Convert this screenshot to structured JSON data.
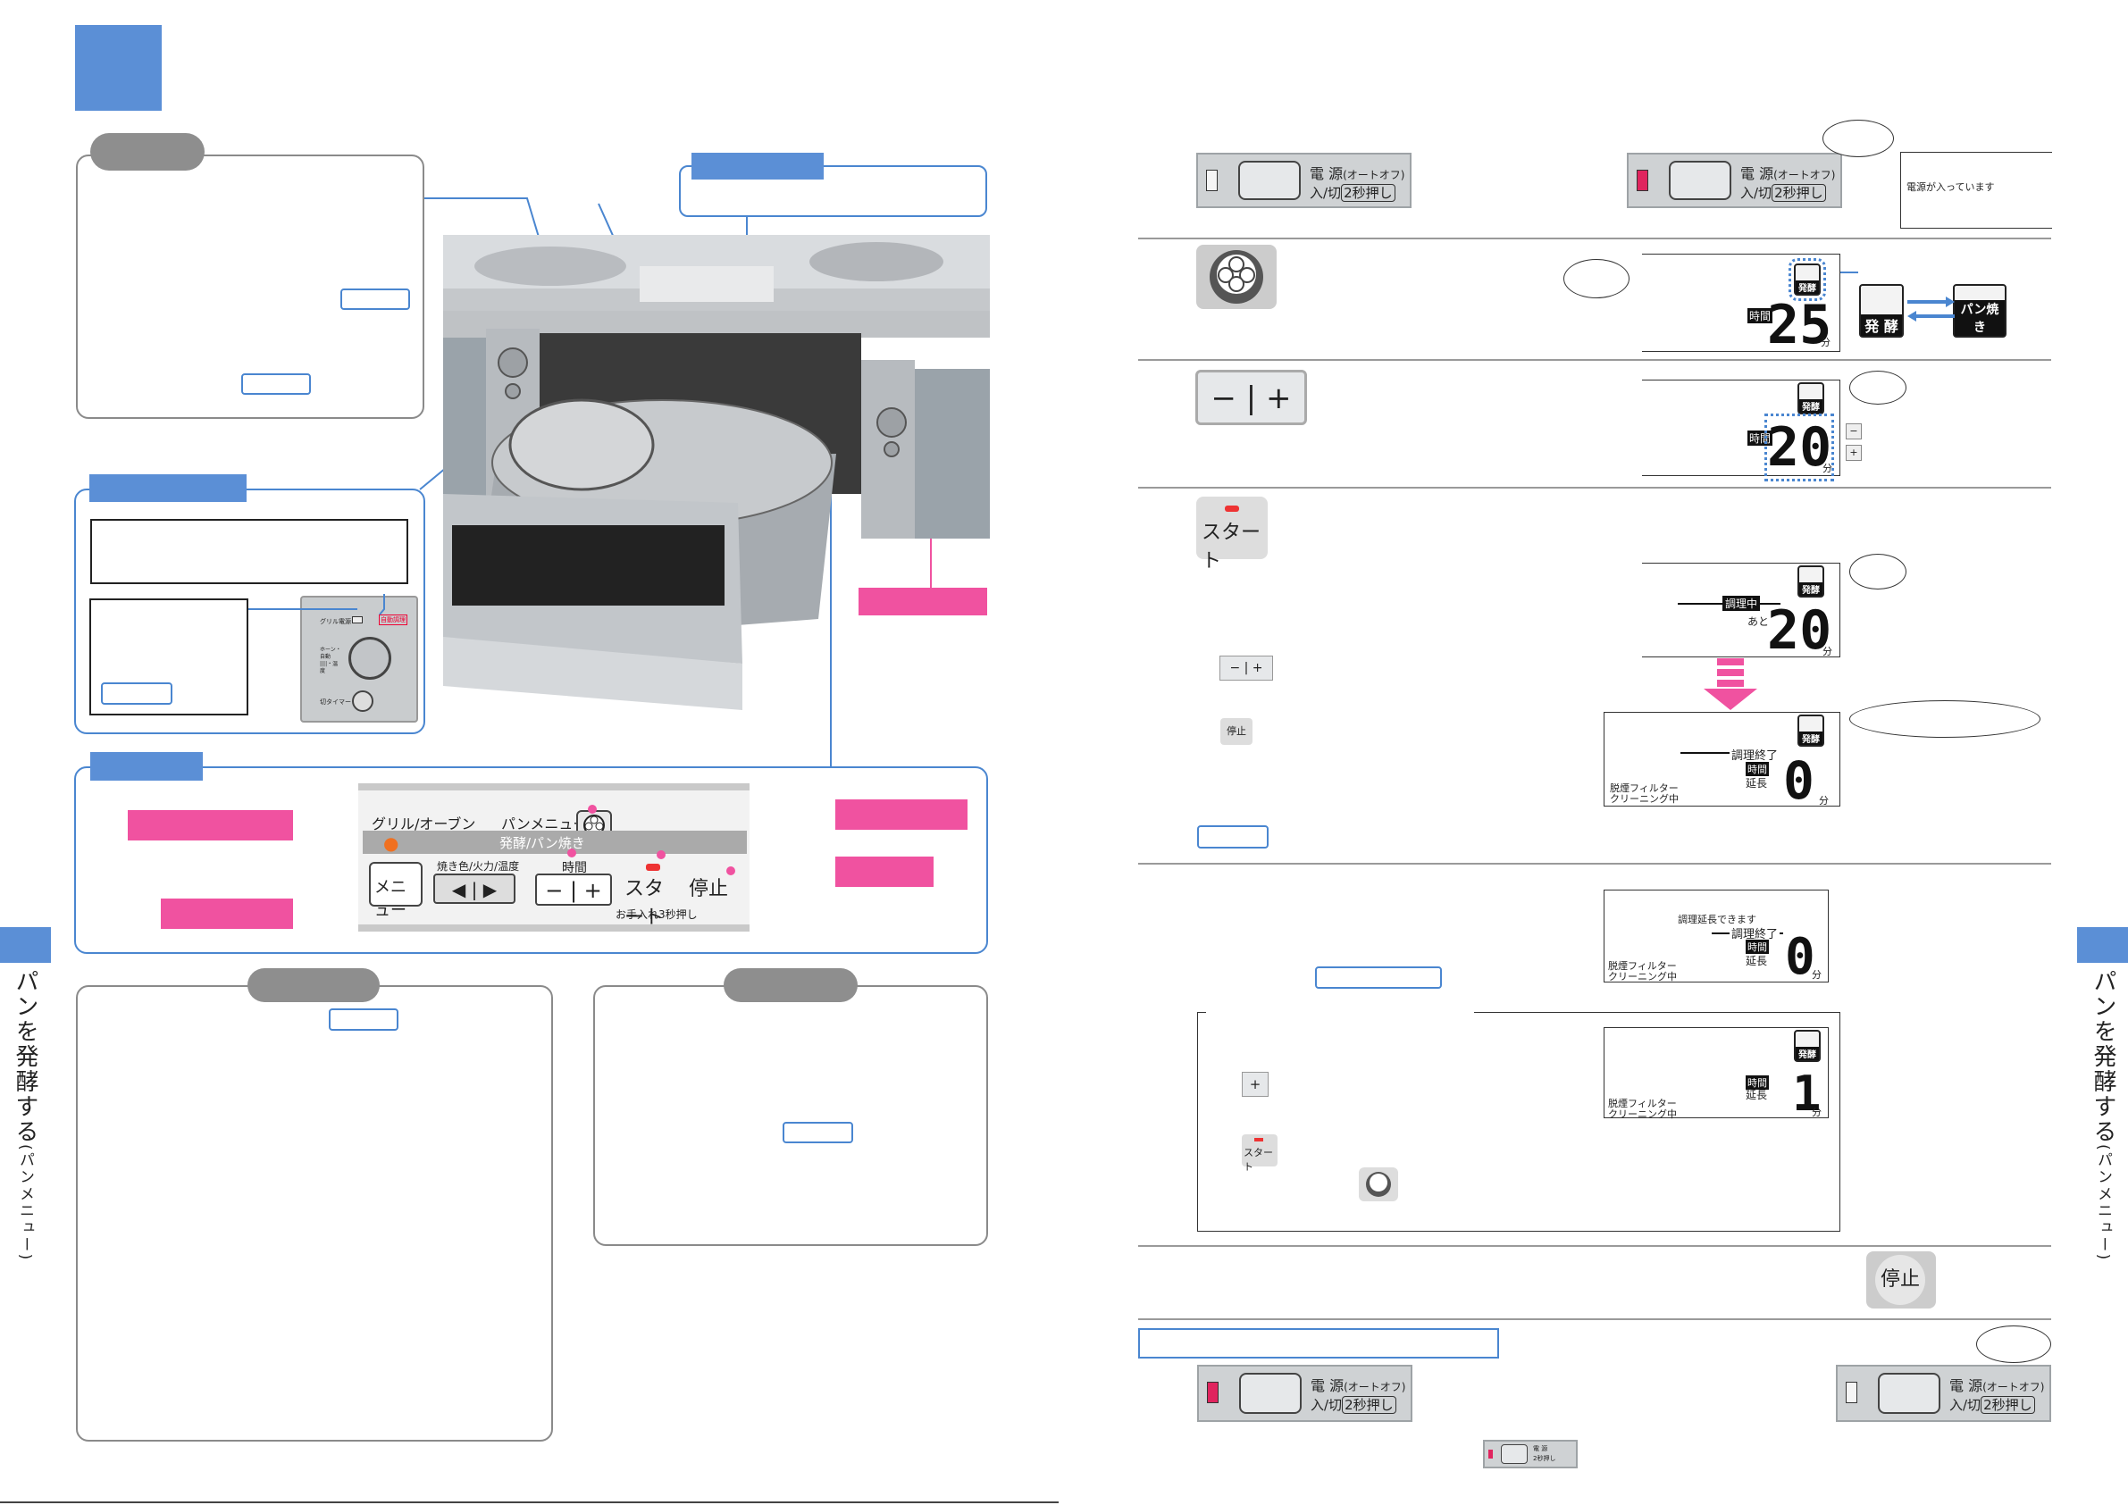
{
  "sidebar": {
    "label": "パンを発酵する",
    "sub": "(パンメニュー)"
  },
  "panel": {
    "power_label": "電 源",
    "power_auto": "(オートオフ)",
    "power_sub": "入/切",
    "power_hold": "2秒押し"
  },
  "display": {
    "power_on_note": "電源が入っています",
    "hakko": "発 酵",
    "pan_yaki": "パン焼き",
    "hakko_small": "発酵",
    "jikan": "時間",
    "fun": "分",
    "time_25": "25",
    "time_20": "20",
    "time_0": "0",
    "time_1": "1",
    "chouri_chu": "調理中",
    "ato": "あと",
    "chouri_shuryo": "調理終了",
    "jikan_encho_1": "時間",
    "jikan_encho_2": "延長",
    "filter_1": "脱煙フィルター",
    "filter_2": "クリーニング中",
    "encho_dekimasu": "調理延長できます"
  },
  "control": {
    "grill_oven": "グリル/オーブン",
    "pan_menu": "パンメニュー",
    "hakko_pan": "発酵/パン焼き",
    "menu": "メニュー",
    "yakiiro": "焼き色/火力/温度",
    "jikan": "時間",
    "start": "スタート",
    "stop": "停止",
    "oteire": "お手入れ3秒押し"
  },
  "stove": {
    "grill_power": "グリル電源",
    "oven_auto": "自動調理",
    "timer": "切タイマー",
    "dial": "ホーン・自動 ||||・温度"
  },
  "buttons": {
    "minus": "−",
    "plus": "+",
    "stop": "停止",
    "start": "スタート",
    "plus_small": "+",
    "minus_small": "−"
  },
  "colors": {
    "accent_blue": "#5b8fd6",
    "pink": "#f052a0",
    "panel_gray": "#cfd2d4"
  }
}
